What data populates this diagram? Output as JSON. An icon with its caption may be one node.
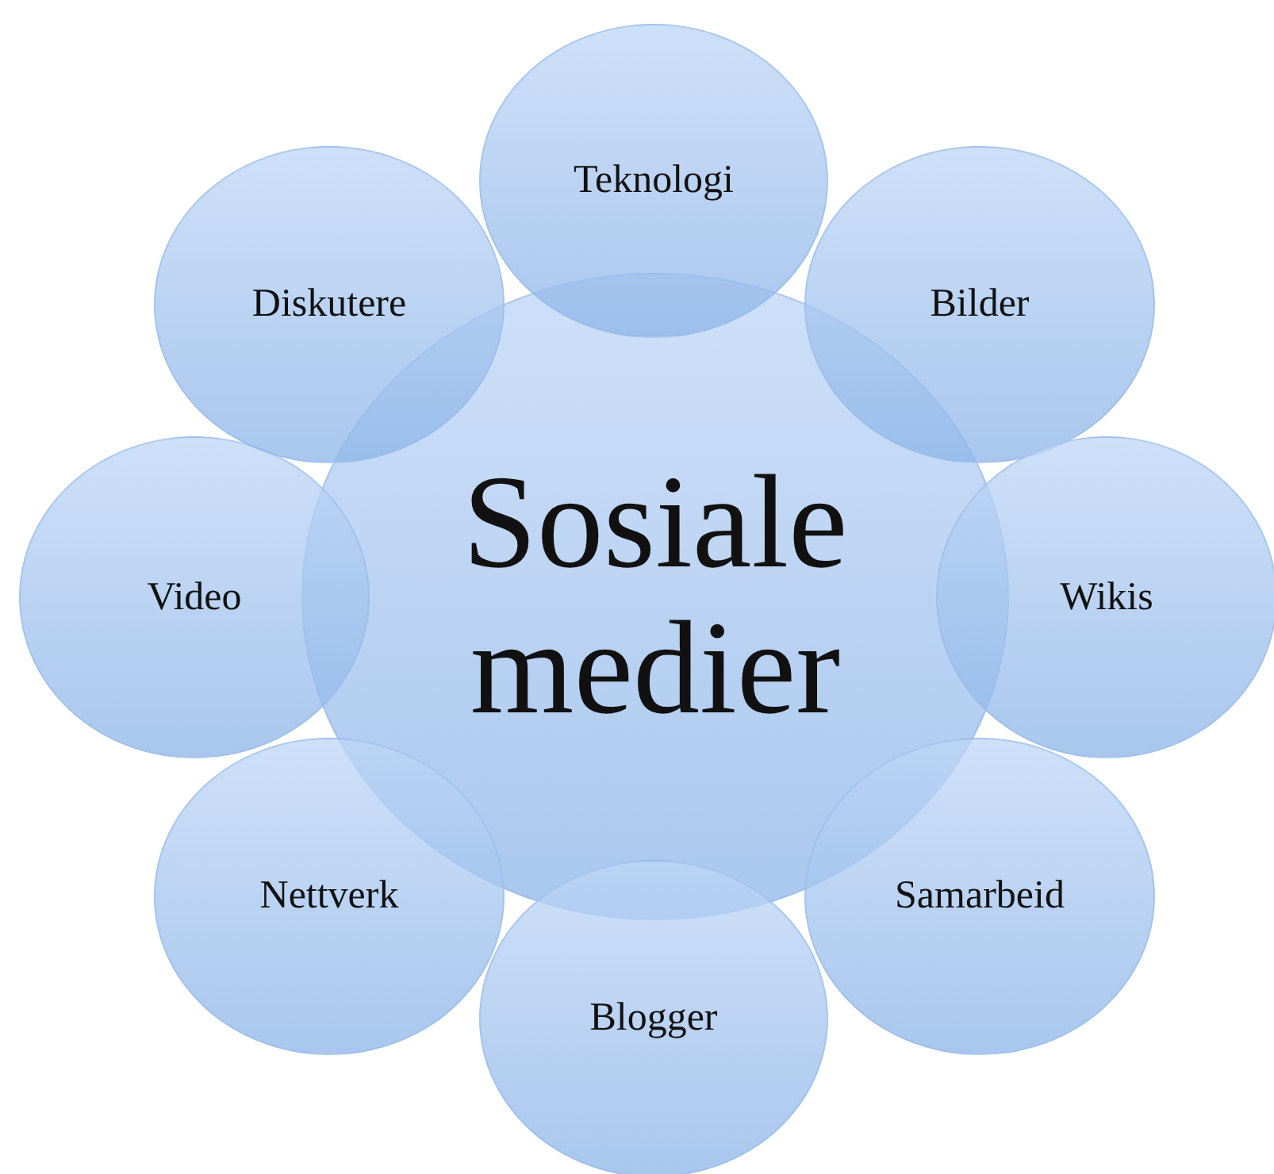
{
  "diagram": {
    "nodes": [
      {
        "text": [
          "Sosiale medier"
        ]
      },
      {
        "text": [
          "Teknologi"
        ]
      },
      {
        "text": [
          "Bilder"
        ]
      },
      {
        "text": [
          "Wikis"
        ]
      },
      {
        "text": [
          "Samarbeid"
        ]
      },
      {
        "text": [
          "Blogger"
        ]
      },
      {
        "text": [
          "Nettverk"
        ]
      },
      {
        "text": [
          "Video"
        ]
      },
      {
        "text": [
          "Diskutere"
        ]
      }
    ]
  }
}
